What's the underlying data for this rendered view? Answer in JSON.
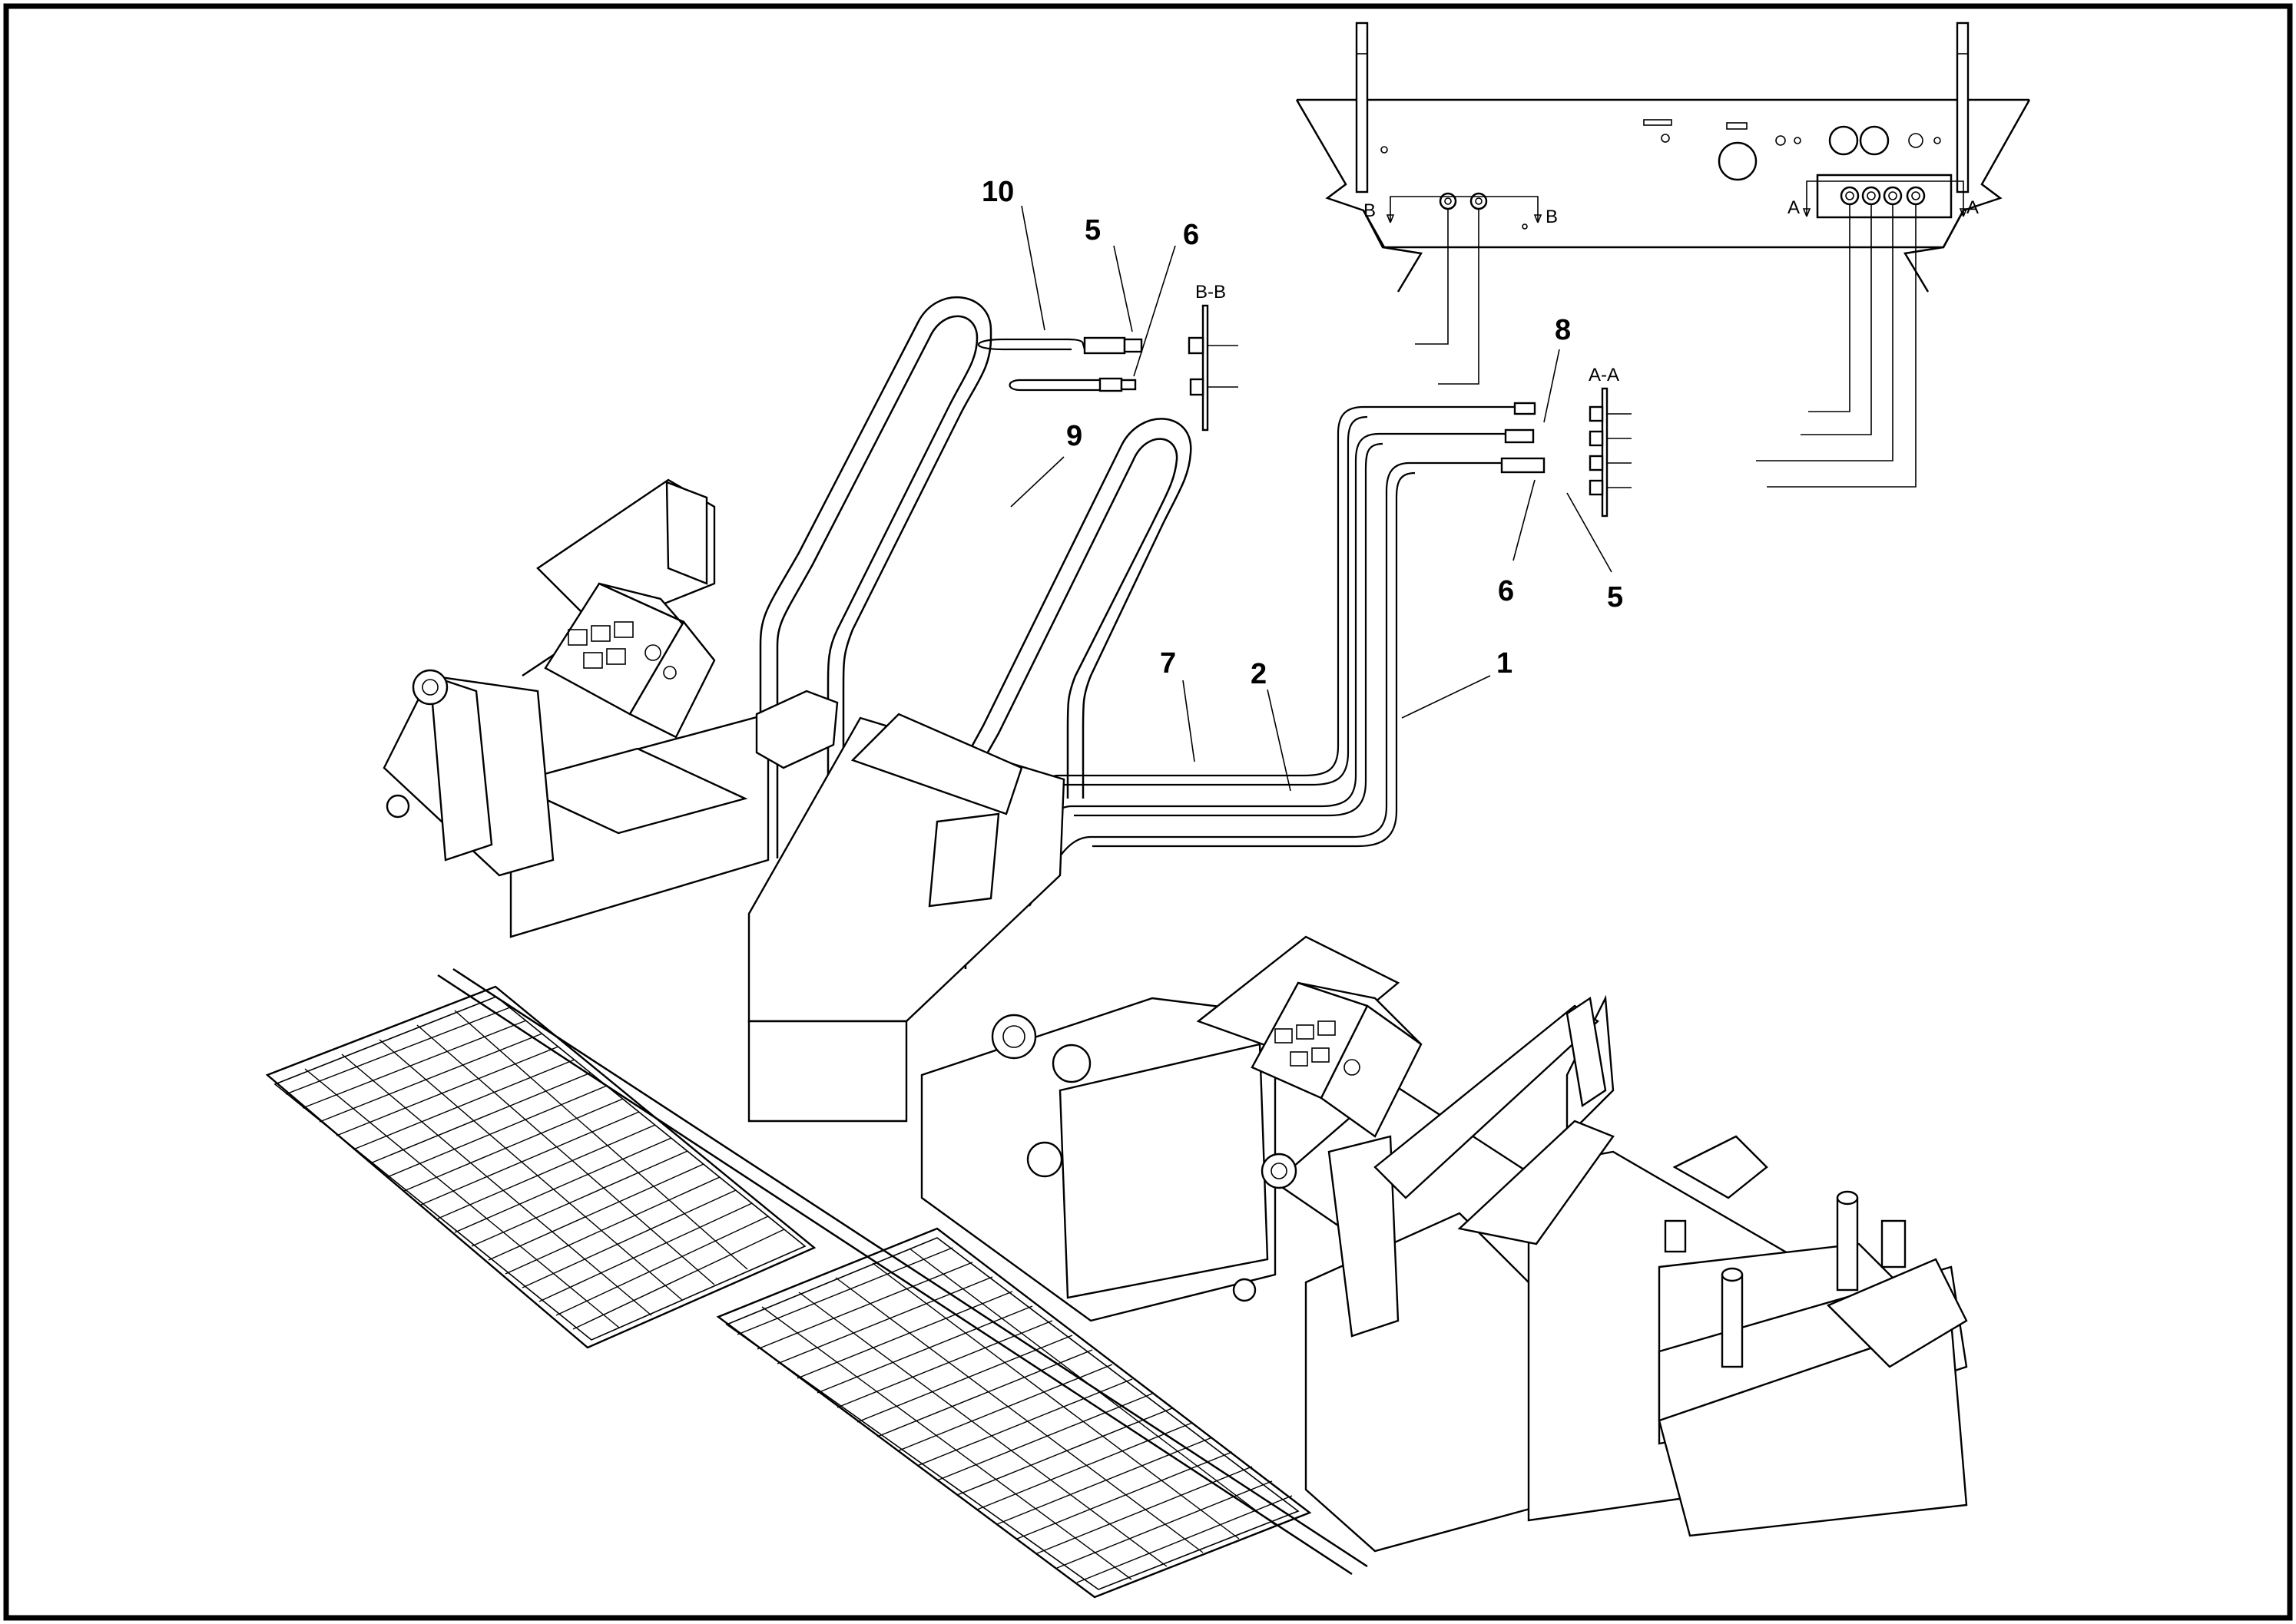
{
  "callouts": {
    "c10": "10",
    "c5a": "5",
    "c6a": "6",
    "c9": "9",
    "c8": "8",
    "c6b": "6",
    "c5b": "5",
    "c7": "7",
    "c2": "2",
    "c1": "1"
  },
  "sections": {
    "bb": "B-B",
    "aa": "A-A",
    "b_left": "B",
    "b_right": "B",
    "a_left": "A",
    "a_right": "A"
  }
}
